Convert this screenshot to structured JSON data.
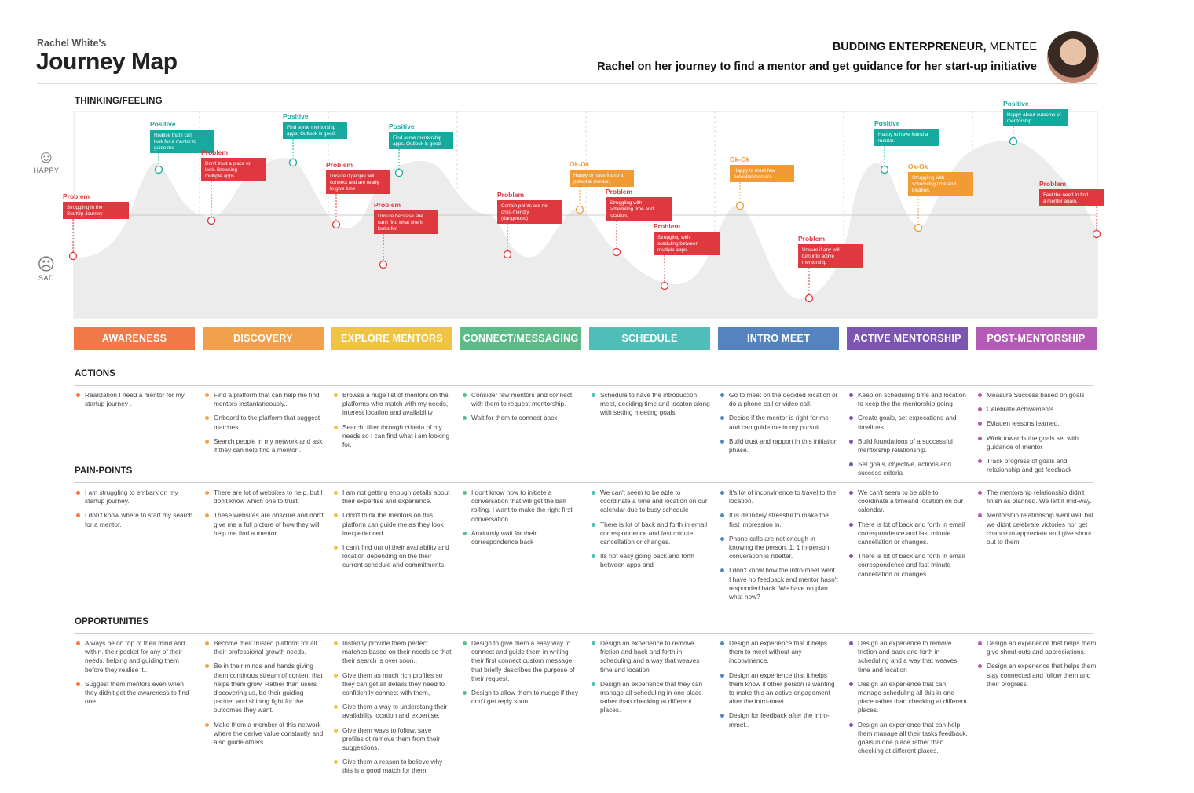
{
  "header": {
    "owner": "Rachel White's",
    "title": "Journey Map",
    "persona_role_bold": "BUDDING ENTERPRENEUR,",
    "persona_role_rest": " MENTEE",
    "persona_goal": "Rachel on her journey to find a mentor and get guidance for her start-up initiative"
  },
  "chart_section_label": "THINKING/FEELING",
  "mood_labels": {
    "happy": "HAPPY",
    "sad": "SAD",
    "happy_icon": "smile-face-icon",
    "sad_icon": "sad-face-icon"
  },
  "phases": [
    {
      "label": "AWARENESS",
      "color": "#EF7A47"
    },
    {
      "label": "DISCOVERY",
      "color": "#F1A14C"
    },
    {
      "label": "EXPLORE  MENTORS",
      "color": "#EFC445"
    },
    {
      "label": "CONNECT/MESSAGING",
      "color": "#5DBB8A"
    },
    {
      "label": "SCHEDULE",
      "color": "#4FBDB8"
    },
    {
      "label": "INTRO MEET",
      "color": "#5483BF"
    },
    {
      "label": "ACTIVE MENTORSHIP",
      "color": "#7C55B2"
    },
    {
      "label": "POST-MENTORSHIP",
      "color": "#B35BB5"
    }
  ],
  "emotion_colors": {
    "Problem": "#E0383F",
    "Positive": "#16A99E",
    "Ok-Ok": "#F09B34"
  },
  "emotion_points": [
    {
      "type": "Problem",
      "text": "Struggling in the StartUp Journey"
    },
    {
      "type": "Positive",
      "text": "Realise that I can look for a mentor to guide me"
    },
    {
      "type": "Problem",
      "text": "Don't trust a place to look. Browsing multiple apps."
    },
    {
      "type": "Positive",
      "text": "Find some mentorship apps. Outlook is good."
    },
    {
      "type": "Problem",
      "text": "Unsure if people will connect and are ready to give time"
    },
    {
      "type": "Positive",
      "text": "Find some mentorship apps. Outlook is good."
    },
    {
      "type": "Problem",
      "text": "Unsure becuase she can't find what she is looks for"
    },
    {
      "type": "Problem",
      "text": "Certain points are not child-friendly (dangerous)"
    },
    {
      "type": "Ok-Ok",
      "text": "Happy to have found a potential mentor."
    },
    {
      "type": "Problem",
      "text": "Struggling with scheduling time and location."
    },
    {
      "type": "Problem",
      "text": "Struggling with sceduling between multiple apps."
    },
    {
      "type": "Ok-Ok",
      "text": "Happy to meet few potential  mentors."
    },
    {
      "type": "Problem",
      "text": "Unsure if any  will turn into active mentorship"
    },
    {
      "type": "Positive",
      "text": "Happy to have found a mentor."
    },
    {
      "type": "Ok-Ok",
      "text": "Struggling with scheduling time and location."
    },
    {
      "type": "Positive",
      "text": "Happy about outcome of mentorship."
    },
    {
      "type": "Problem",
      "text": "Feel the need  to find a mentor again."
    }
  ],
  "rows": [
    {
      "title": "ACTIONS",
      "columns": [
        [
          "Realization I need a mentor for my startup journey ."
        ],
        [
          "Find a platform that can help me find mentors instantaneously..",
          "Onboard to the platform that suggest matches.",
          "Search people in my network and ask if they can help find a mentor ."
        ],
        [
          "Browse a huge list of mentors on the platforms who match with my needs, interest location and availability",
          "Search, filter through criteria of my needs so I can find what i am looking for."
        ],
        [
          "Consider few mentors and connect with them to request mentorship.",
          "Wait for them to connect back"
        ],
        [
          "Schedule to have the introduction meet, deciding time and locaton along with setting meeting goals."
        ],
        [
          "Go to meet on the decided location or do a phone call or video call.",
          "Decide if the mentor is right for me and can guide me in my pursuit.",
          "Build trust and rapport in this initiation phase."
        ],
        [
          "Keep on scheduling time and location to keep the the mentorship going",
          "Create goals, set expecations and timelines",
          "Build foundations of a successful mentorship relationship.",
          "Set goals, objective, actions and success criteria"
        ],
        [
          "Measure Success based on goals",
          "Celebrate Achivements",
          "Evlauen lessons learned.",
          "Work towards the goals set with guidance of mentor",
          "Track progress of goals and relationship and get feedback"
        ]
      ]
    },
    {
      "title": "PAIN-POINTS",
      "columns": [
        [
          "I am struggling to embark on my startup journey.",
          "I don't know where to start my search for a mentor."
        ],
        [
          "There are lot of websites to help, but I don't know which one to trust.",
          "These websites are obscure and don't give me a full picture of how they will help me find a mentor."
        ],
        [
          "I am not getting enough details about their expertise and experience.",
          "I don't think the mentors on this platform can guide me as they look inexperienced.",
          "I can't find out of their availability and location depending on the their current schedule and commitments."
        ],
        [
          "I dont know how to initiate a conversation that will get the ball rolling. I want to make the right first conversation.",
          "Anxiously wait for their correspondence back"
        ],
        [
          "We can't seem to be able to coordinate a time and location on our calendar due to busy schedule",
          "There is lot of back and forth in email correspondence and last minute cancellation or changes.",
          "Its not easy going back and forth between apps and"
        ],
        [
          "It's lot of inconvinence to travel to the location.",
          "It is definitely stressful to make the first impression in.",
          "Phone calls are not enough in knowing the person. 1: 1 in-person converation is nbetter.",
          "I don't know how the intro-meet went. I have no feedback and mentor hasn't responded back. We have no plan what now?"
        ],
        [
          "We can't seem to be able to coordinate a timeand location on our calendar.",
          "There is lot of back and forth in email correspondence and last minute cancellation or changes.",
          "There is lot of back and forth in email correspondence and last minute cancellation or changes."
        ],
        [
          "The mentorship relationship didn't finish as planned. We left it mid-way.",
          "Mentorship relationship went well but we didnt celebrate victories nor get chance to appreciate and give shout out to them."
        ]
      ]
    },
    {
      "title": "OPPORTUNITIES",
      "columns": [
        [
          "Always be on top of their mind and within. their pocket for any of their needs, helping and guiding them before they realise it...",
          "Suggest them mentors even when they didn't get the awareness to find one."
        ],
        [
          "Become their trusted platform for all their professional growth needs.",
          "Be in their minds and hands giving them continous stream of content that helps them grow. Rather than users discovering us, be their guiding partner and shining light for the outcomes they want.",
          "Make them a member of this network where the derive value constantly and also guide others."
        ],
        [
          "Instantly provide them perfect matches based on their needs so that their search is over soon..",
          "Give them as much rich profiles so they can get all details they need to confidently connect with them,",
          "Give them a way to understang their availability location and expertise,",
          "Give them ways to follow, save profiles ot remove them from their suggestions.",
          "Give them a reason to believe why this is a good match for them."
        ],
        [
          "Design to give them a easy way to connect and guide them in writing their first connect custom message that briefly describes the purpose of their request.",
          "Design to allow them to nudge if they don't get reply soon."
        ],
        [
          "Design an experience to remove friction and back and forth in scheduling and a way that weaves time and location",
          "Design an experience that they can manage all scheduling in one place rather than checking at different places."
        ],
        [
          "Design an experience that it helps them to meet without any inconvinence.",
          "Design an experience that it helps them know if other person is wanting to make this an active engagement after the intro-meet.",
          "Design for feedback after the intro-mmet.."
        ],
        [
          "Design an experience to remove friction and back and forth in scheduling and a way that weaves time and location",
          "Design an experience that can manage  scheduling all this in one place rather than checking at different places.",
          "Design an experience that can help them manage all their tasks feedback, goals in one place rather than checking at different places."
        ],
        [
          "Design an experience that helps them give shout outs and appreciations.",
          "Design an experience that helps them stay connected and follow them and their progress."
        ]
      ]
    }
  ]
}
